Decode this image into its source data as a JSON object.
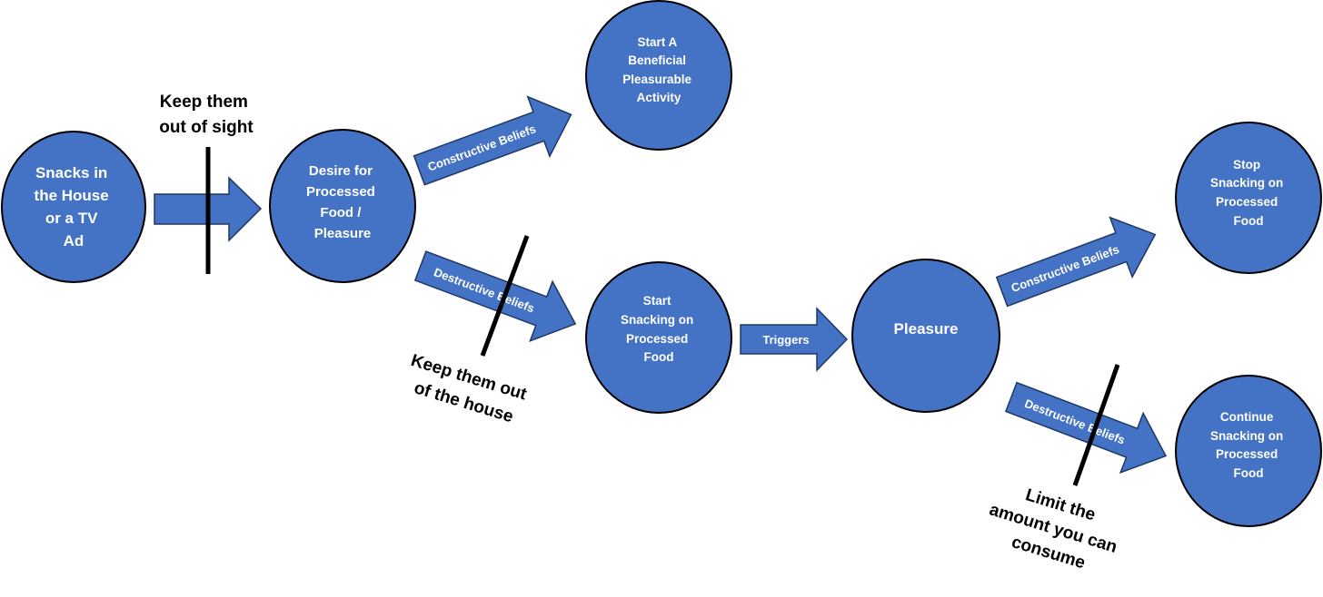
{
  "colors": {
    "node_fill": "#4472C4",
    "node_stroke": "#000000",
    "text": "#ffffff",
    "barrier": "#000000"
  },
  "nodes": {
    "snacks": {
      "lines": [
        "Snacks in",
        "the House",
        "or a TV",
        "Ad"
      ]
    },
    "desire": {
      "lines": [
        "Desire for",
        "Processed",
        "Food /",
        "Pleasure"
      ]
    },
    "beneficial": {
      "lines": [
        "Start A",
        "Beneficial",
        "Pleasurable",
        "Activity"
      ]
    },
    "start_snacking": {
      "lines": [
        "Start",
        "Snacking on",
        "Processed",
        "Food"
      ]
    },
    "pleasure": {
      "lines": [
        "Pleasure"
      ]
    },
    "stop_snacking": {
      "lines": [
        "Stop",
        "Snacking on",
        "Processed",
        "Food"
      ]
    },
    "continue_snacking": {
      "lines": [
        "Continue",
        "Snacking on",
        "Processed",
        "Food"
      ]
    }
  },
  "arrows": {
    "constructive_1": "Constructive Beliefs",
    "destructive_1": "Destructive Beliefs",
    "triggers": "Triggers",
    "constructive_2": "Constructive Beliefs",
    "destructive_2": "Destructive Beliefs"
  },
  "notes": {
    "out_of_sight": [
      "Keep them",
      "out of sight"
    ],
    "out_of_house": [
      "Keep them out",
      "of the house"
    ],
    "limit_amount": [
      "Limit the",
      "amount you can",
      "consume"
    ]
  }
}
